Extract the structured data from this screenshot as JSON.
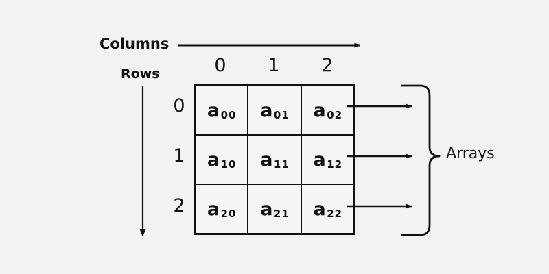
{
  "diagram": {
    "title": "2D array (matrix) indexing diagram",
    "background_color": "#f2f2f2",
    "line_color": "#111111",
    "cell_fill_color": "#f5f5f5"
  },
  "captions": {
    "columns": "Columns",
    "rows": "Rows",
    "arrays": "Arrays"
  },
  "column_indices": [
    "0",
    "1",
    "2"
  ],
  "row_indices": [
    "0",
    "1",
    "2"
  ],
  "matrix": {
    "rows": [
      [
        {
          "base": "a",
          "sub": "00"
        },
        {
          "base": "a",
          "sub": "01"
        },
        {
          "base": "a",
          "sub": "02"
        }
      ],
      [
        {
          "base": "a",
          "sub": "10"
        },
        {
          "base": "a",
          "sub": "11"
        },
        {
          "base": "a",
          "sub": "12"
        }
      ],
      [
        {
          "base": "a",
          "sub": "20"
        },
        {
          "base": "a",
          "sub": "21"
        },
        {
          "base": "a",
          "sub": "22"
        }
      ]
    ]
  },
  "icons": {
    "columns_arrow": "arrow-right-icon",
    "rows_arrow": "arrow-down-icon",
    "row_pointer": "arrow-right-icon",
    "brace": "curly-brace-right-icon"
  }
}
